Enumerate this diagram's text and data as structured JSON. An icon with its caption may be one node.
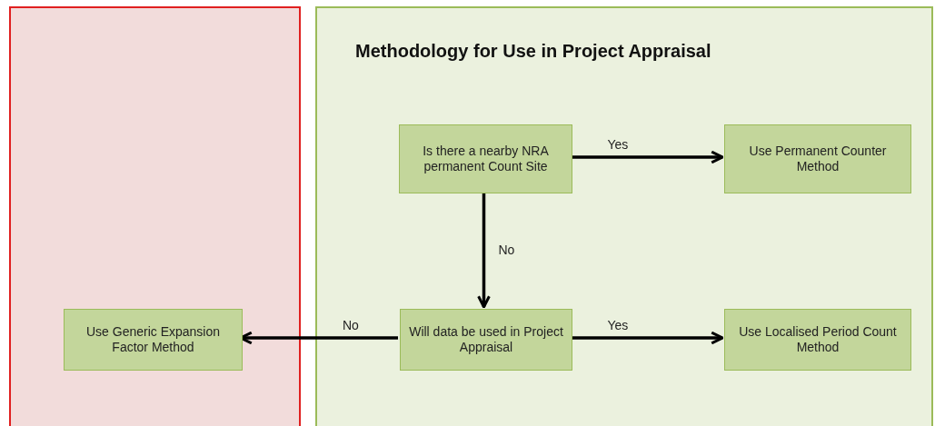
{
  "diagram": {
    "nodes": [
      {
        "text": [],
        "shape": "box"
      },
      {
        "text": [
          "Methodology for Use in Project Appraisal"
        ]
      },
      {
        "text": [
          "Is there a nearby NRA permanent Count Site"
        ],
        "in": 1
      },
      {
        "text": [
          "Use Permanent Counter Method"
        ],
        "in": 1
      },
      {
        "text": [
          "Will data be used in Project Appraisal"
        ],
        "in": 1
      },
      {
        "text": [
          "Use Localised Period Count Method"
        ],
        "in": 1
      },
      {
        "text": [
          "Use Generic Expansion Factor Method"
        ],
        "in": 0
      }
    ],
    "edges": [
      {
        "from": 2,
        "to": 3,
        "arrow": "to",
        "label": "Yes"
      },
      {
        "from": 2,
        "to": 4,
        "arrow": "to",
        "label": "No"
      },
      {
        "from": 4,
        "to": 5,
        "arrow": "to",
        "label": "Yes"
      },
      {
        "from": 4,
        "to": 6,
        "arrow": "to",
        "label": "No"
      }
    ]
  }
}
